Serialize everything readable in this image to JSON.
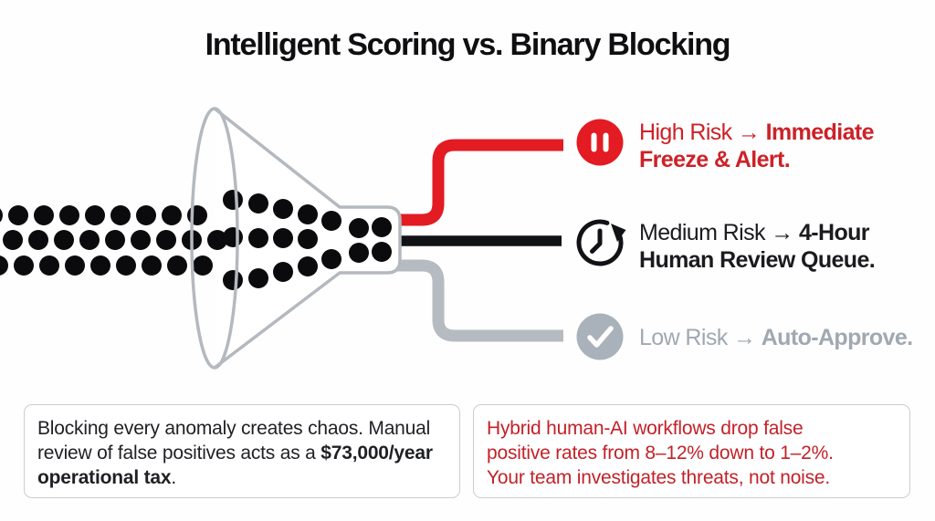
{
  "title": "Intelligent Scoring vs. Binary Blocking",
  "branches": [
    {
      "name": "high-risk",
      "icon": "pause-icon",
      "line1_regular": "High Risk → ",
      "line1_bold": "Immediate",
      "line2_bold": "Freeze & Alert."
    },
    {
      "name": "medium-risk",
      "icon": "clock-icon",
      "line1_regular": "Medium Risk → ",
      "line1_bold": "4-Hour",
      "line2_bold": "Human Review Queue."
    },
    {
      "name": "low-risk",
      "icon": "check-icon",
      "line1_regular": "Low Risk → ",
      "line1_bold": "Auto-Approve.",
      "line2_bold": ""
    }
  ],
  "notes": {
    "left": {
      "regular_1": "Blocking every anomaly creates chaos. Manual review of false positives acts as a ",
      "bold": "$73,000/year operational tax",
      "regular_2": "."
    },
    "right_lines": [
      "Hybrid human-AI workflows drop false",
      "positive rates from 8–12% down to 1–2%.",
      "Your team investigates threats, not noise."
    ]
  },
  "colors": {
    "background": "#fefefe",
    "title_text": "#0f0f12",
    "red": "#e31b22",
    "red_text": "#cd2128",
    "line_black": "#111216",
    "text_dark": "#1b1b1f",
    "gray_line": "#b6bbc1",
    "gray_icon": "#a9b1ba",
    "gray_text": "#a0a8b1",
    "funnel_outline": "#b4b9bf",
    "dot": "#0b0b0e",
    "box_border": "#c9cdd2",
    "note_left_text": "#1f2024",
    "note_right_text": "#c32128"
  }
}
